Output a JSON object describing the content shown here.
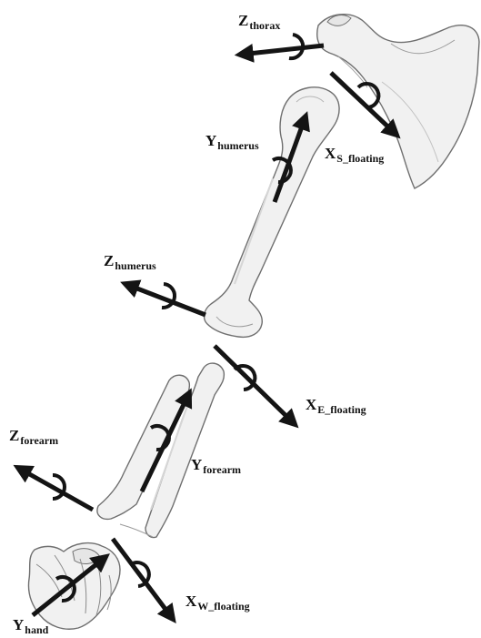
{
  "colors": {
    "bone_fill": "#f1f1f1",
    "bone_outline": "#6f6f6f",
    "bone_shade": "#d6d6d6",
    "axis_arrow": "#141414"
  },
  "icons": [
    "thorax-scapula-bone-icon",
    "humerus-bone-icon",
    "forearm-bones-icon",
    "hand-bones-icon",
    "rotation-arrow-icon"
  ],
  "labels": {
    "z_thorax": {
      "main": "Z",
      "sub": "thorax"
    },
    "y_humerus": {
      "main": "Y",
      "sub": "humerus"
    },
    "x_s_floating": {
      "main": "X",
      "sub": "S_floating"
    },
    "z_humerus": {
      "main": "Z",
      "sub": "humerus"
    },
    "x_e_floating": {
      "main": "X",
      "sub": "E_floating"
    },
    "z_forearm": {
      "main": "Z",
      "sub": "forearm"
    },
    "y_forearm": {
      "main": "Y",
      "sub": "forearm"
    },
    "x_w_floating": {
      "main": "X",
      "sub": "W_floating"
    },
    "y_hand": {
      "main": "Y",
      "sub": "hand"
    }
  }
}
